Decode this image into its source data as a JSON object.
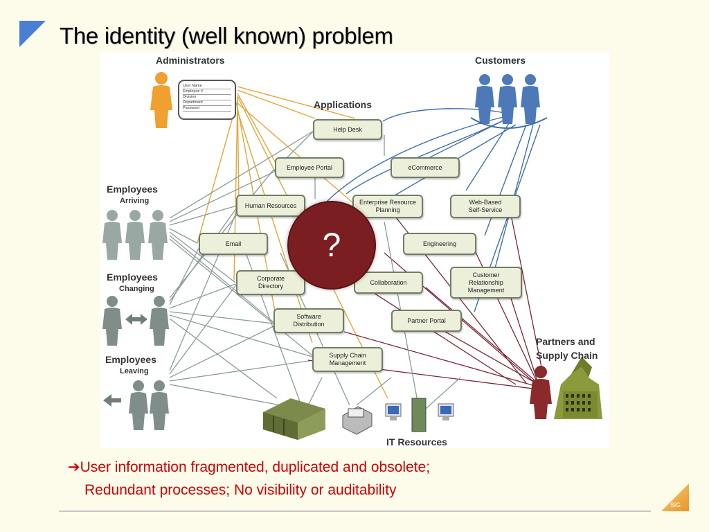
{
  "title": "The identity (well known) problem",
  "groups": {
    "administrators": "Administrators",
    "customers": "Customers",
    "applications": "Applications",
    "employees_arriving": "Employees",
    "arriving": "Arriving",
    "employees_changing": "Employees",
    "changing": "Changing",
    "employees_leaving": "Employees",
    "leaving": "Leaving",
    "partners": "Partners and",
    "supply_chain": "Supply Chain",
    "it_resources": "IT Resources"
  },
  "admin_card": [
    "User Name",
    "Employee #",
    "Division",
    "Department",
    "Password"
  ],
  "apps": {
    "help_desk": "Help Desk",
    "employee_portal": "Employee Portal",
    "ecommerce": "eCommerce",
    "human_resources": "Human Resources",
    "erp_1": "Enterprise Resource",
    "erp_2": "Planning",
    "web_self_1": "Web-Based",
    "web_self_2": "Self-Service",
    "email": "Email",
    "engineering": "Engineering",
    "corp_dir_1": "Corporate",
    "corp_dir_2": "Directory",
    "collaboration": "Collaboration",
    "crm_1": "Customer",
    "crm_2": "Relationship",
    "crm_3": "Management",
    "software_1": "Software",
    "software_2": "Distribution",
    "partner_portal": "Partner Portal",
    "scm_1": "Supply Chain",
    "scm_2": "Management"
  },
  "center_symbol": "?",
  "note": {
    "arrow": "➔",
    "line1": "User information fragmented, duplicated and obsolete;",
    "line2": "Redundant processes; No visibility or auditability"
  },
  "logo_text": "SiG",
  "colors": {
    "background": "#fdfbe9",
    "accent_blue": "#4a7fd6",
    "note_red": "#d00000",
    "center": "#7b1e22",
    "admin_line": "#e0a63a",
    "customer_line": "#3f6ea8",
    "employee_line": "#8a9a96",
    "partner_line": "#7a2535",
    "logo_orange": "#f0a830"
  }
}
